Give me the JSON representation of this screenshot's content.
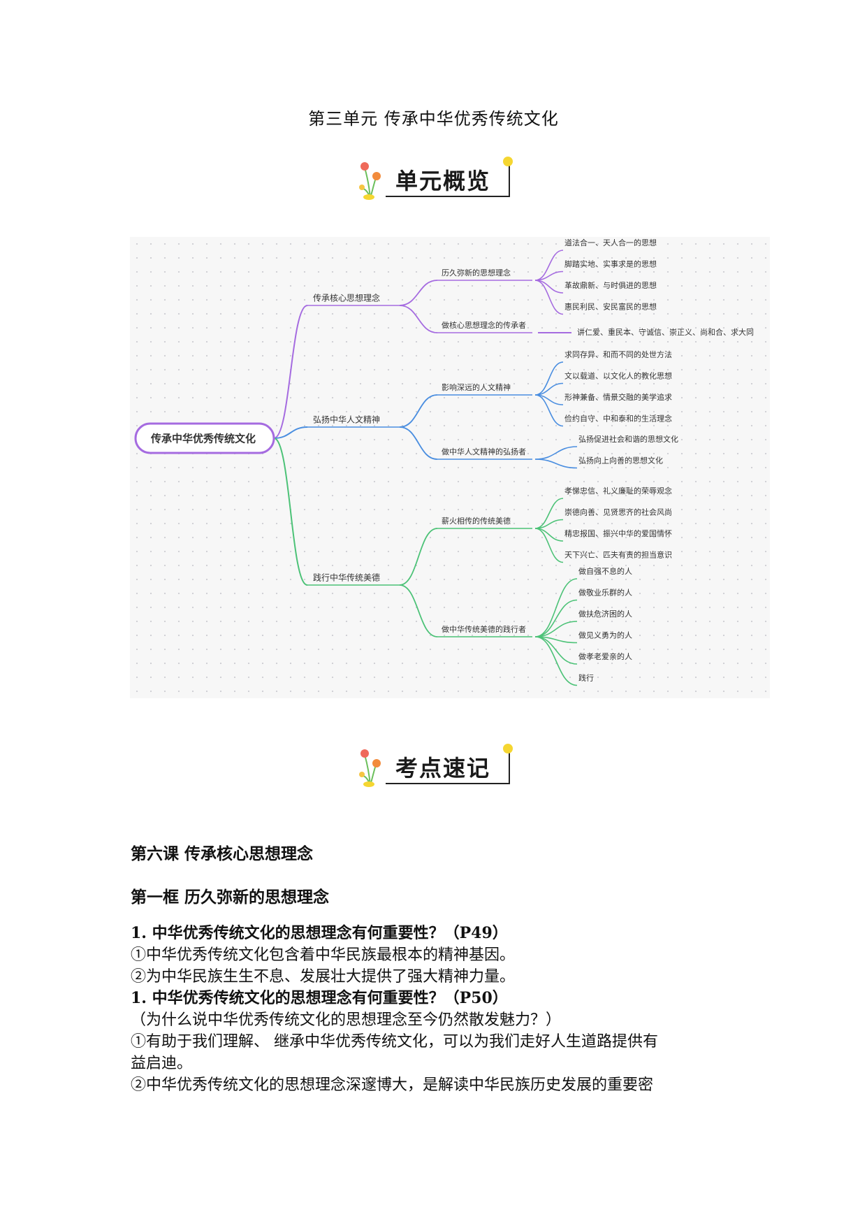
{
  "page_title": "第三单元 传承中华优秀传统文化",
  "badges": {
    "overview": "单元概览",
    "keypoints": "考点速记"
  },
  "mindmap": {
    "root": "传承中华优秀传统文化",
    "branches": [
      {
        "label": "传承核心思想理念",
        "children": [
          {
            "label": "历久弥新的思想理念",
            "leaves": [
              "道法合一、天人合一的思想",
              "脚踏实地、实事求是的思想",
              "革故鼎新、与时俱进的思想",
              "惠民利民、安民富民的思想"
            ]
          },
          {
            "label": "做核心思想理念的传承者",
            "leaves": [
              "讲仁爱、重民本、守诚信、崇正义、尚和合、求大同"
            ]
          }
        ]
      },
      {
        "label": "弘扬中华人文精神",
        "children": [
          {
            "label": "影响深远的人文精神",
            "leaves": [
              "求同存异、和而不同的处世方法",
              "文以载道、以文化人的教化思想",
              "形神兼备、情景交融的美学追求",
              "俭约自守、中和泰和的生活理念"
            ]
          },
          {
            "label": "做中华人文精神的弘扬者",
            "leaves": [
              "弘扬促进社会和谐的思想文化",
              "弘扬向上向善的思想文化"
            ]
          }
        ]
      },
      {
        "label": "践行中华传统美德",
        "children": [
          {
            "label": "薪火相传的传统美德",
            "leaves": [
              "孝悌忠信、礼义廉耻的荣辱观念",
              "崇德向善、见贤思齐的社会风尚",
              "精忠报国、振兴中华的爱国情怀",
              "天下兴亡、匹夫有责的担当意识"
            ]
          },
          {
            "label": "做中华传统美德的践行者",
            "leaves": [
              "做自强不息的人",
              "做敬业乐群的人",
              "做扶危济困的人",
              "做见义勇为的人",
              "做孝老爱亲的人",
              "践行"
            ]
          }
        ]
      }
    ]
  },
  "lesson": {
    "lesson_title": "第六课 传承核心思想理念",
    "section_title": "第一框 历久弥新的思想理念",
    "q1": "1. 中华优秀传统文化的思想理念有何重要性？（P49）",
    "a1_1": "①中华优秀传统文化包含着中华民族最根本的精神基因。",
    "a1_2": "②为中华民族生生不息、发展壮大提供了强大精神力量。",
    "q2": "1. 中华优秀传统文化的思想理念有何重要性？（P50）",
    "q2_sub": "（为什么说中华优秀传统文化的思想理念至今仍然散发魅力？）",
    "a2_1a": "①有助于我们理解、 继承中华优秀传统文化，可以为我们走好人生道路提供有",
    "a2_1b": "益启迪。",
    "a2_2": "②中华优秀传统文化的思想理念深邃博大，是解读中华民族历史发展的重要密"
  },
  "colors": {
    "purple": "#a56be0",
    "blue": "#4a8ee0",
    "green": "#4cc277"
  }
}
